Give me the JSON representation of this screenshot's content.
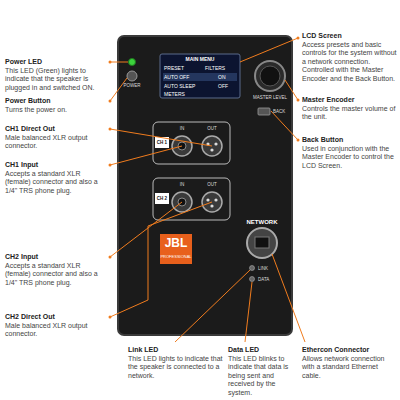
{
  "diagram": {
    "labels": [
      "Power LED",
      "This LED (Green) lights to indicate that the speaker is plugged in and switched ON.",
      "Power Button",
      "Turns the power on.",
      "CH1 Direct Out",
      "Male balanced XLR output connector.",
      "CH1 Input",
      "Accepts a standard XLR (female) connector and also a 1/4\" TRS phone plug.",
      "CH2 Input",
      "Accepts a standard XLR (female) connector and also a 1/4\" TRS phone plug.",
      "CH2 Direct Out",
      "Male balanced XLR output connector.",
      "Link LED",
      "This LED lights to indicate that the speaker is connected to a network.",
      "Data LED",
      "This LED blinks to indicate that data is being sent and received by the system.",
      "LCD Screen",
      "Access presets and basic controls for the system without a network connection. Controlled with the Master Encoder and the Back Button.",
      "Master Encoder",
      "Controls the master volume of the unit.",
      "Back Button",
      "Used in conjunction with the Master Encoder to control the LCD Screen.",
      "Ethercon Connector",
      "Allows network connection with a standard Ethernet cable.",
      "POWER",
      "MAIN MENU",
      "PRESET",
      "FILTERS",
      "AUTO OFF",
      "ON",
      "AUTO SLEEP",
      "OFF",
      "METERS",
      "MASTER LEVEL",
      "BACK",
      "CH 1",
      "IN",
      "OUT",
      "CH 2",
      "IN",
      "OUT",
      "JBL",
      "PROFESSIONAL",
      "NETWORK",
      "LINK",
      "DATA"
    ]
  }
}
